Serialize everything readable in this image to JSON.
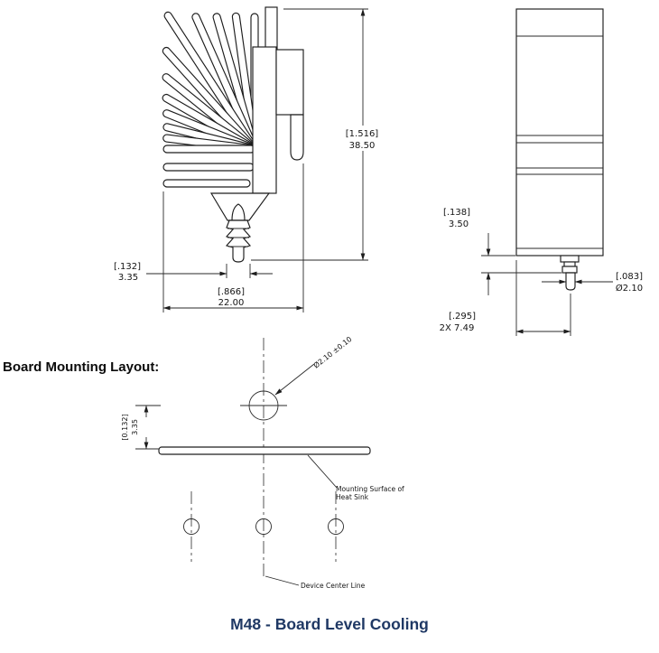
{
  "title": "M48 - Board Level Cooling",
  "colors": {
    "title": "#1f3864",
    "line": "#2a2a2a"
  },
  "side_view": {
    "height_bracket": "[1.516]",
    "height_value": "38.50",
    "pin_bracket": "[.132]",
    "pin_value": "3.35",
    "width_bracket": "[.866]",
    "width_value": "22.00"
  },
  "front_view": {
    "pin_section_bracket": "[.138]",
    "pin_section_value": "3.50",
    "pin_dia_bracket": "[.083]",
    "pin_dia_value": "Ø2.10",
    "offset_bracket": "[.295]",
    "offset_value": "2X  7.49"
  },
  "board_layout": {
    "label": "Board Mounting Layout:",
    "hole_dia": "Ø2.10 ±0.10",
    "offset_bracket": "[0.132]",
    "offset_value": "3.35",
    "mounting_surface_line1": "Mounting Surface of",
    "mounting_surface_line2": "Heat Sink",
    "device_center": "Device Center Line"
  }
}
